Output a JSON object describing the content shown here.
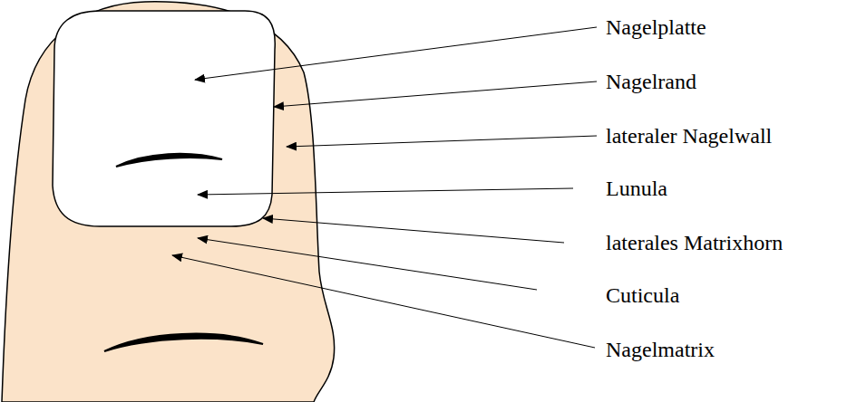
{
  "diagram": {
    "labels": [
      "Nagelplatte",
      "Nagelrand",
      "lateraler Nagelwall",
      "Lunula",
      "laterales Matrixhorn",
      "Cuticula",
      "Nagelmatrix"
    ]
  }
}
